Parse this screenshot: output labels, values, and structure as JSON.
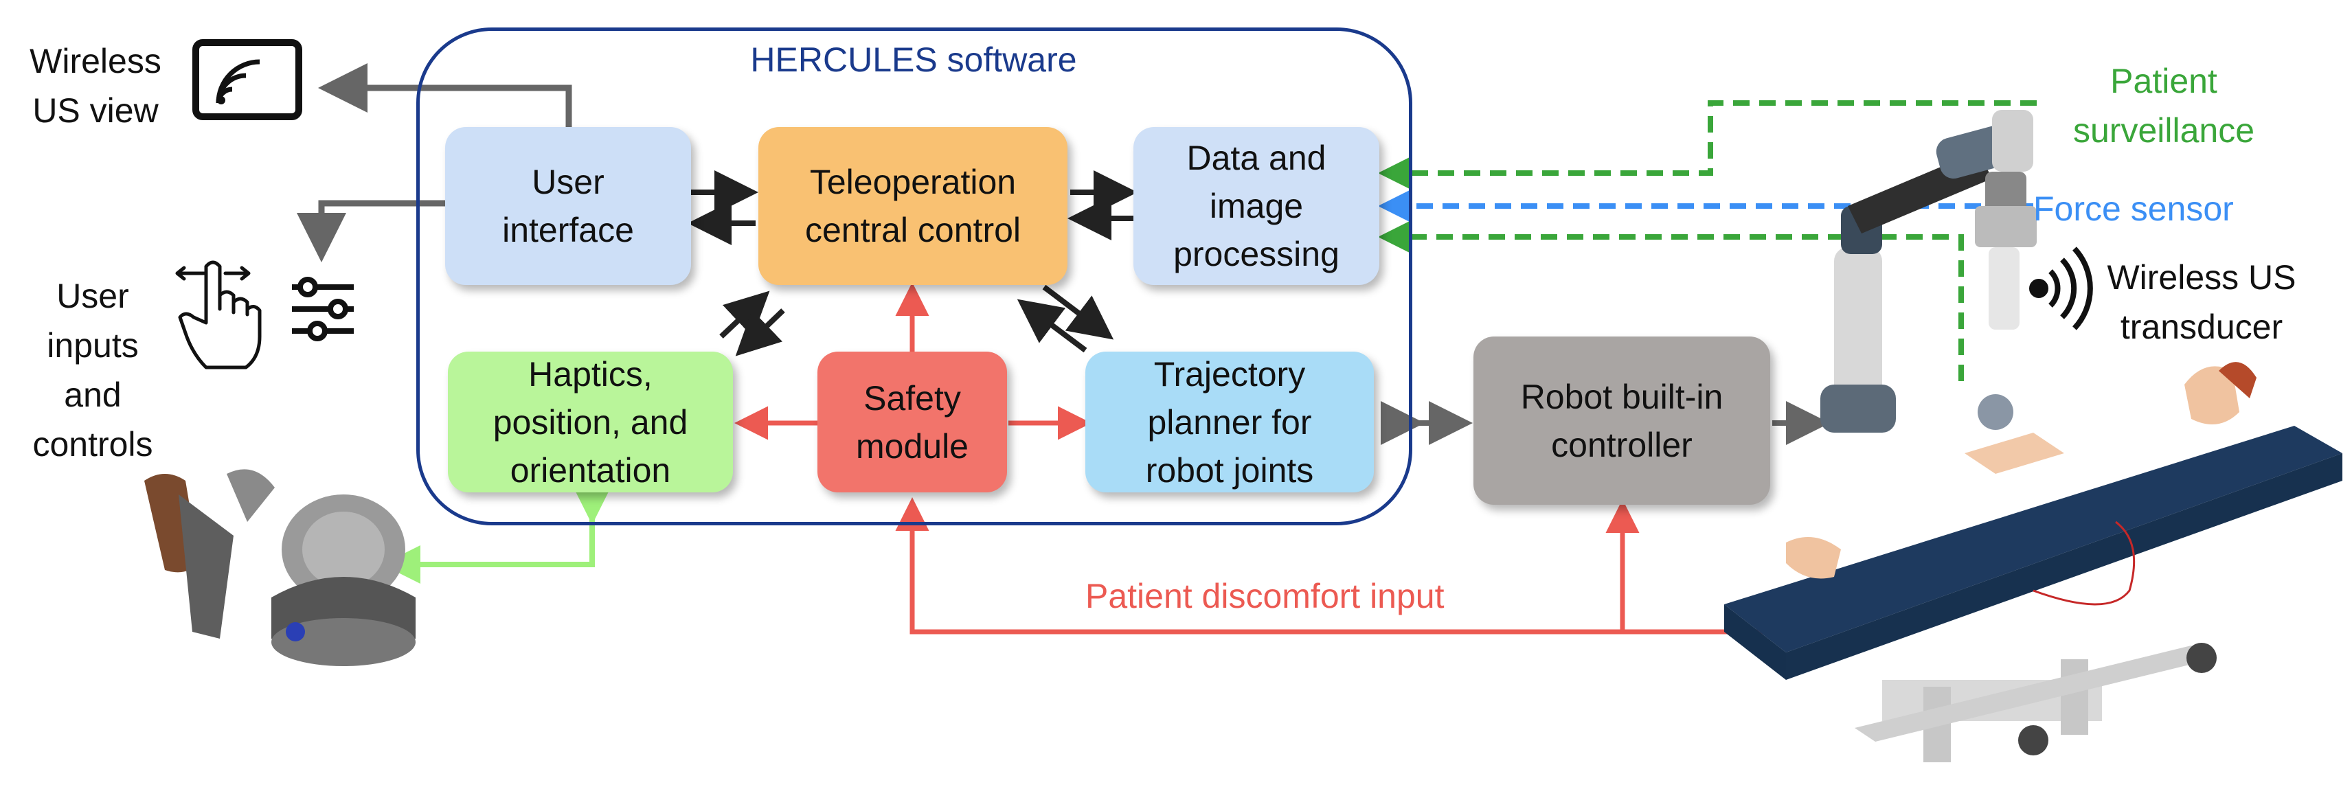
{
  "software": {
    "title": "HERCULES software"
  },
  "nodes": {
    "user_interface": "User\ninterface",
    "teleop": "Teleoperation\ncentral control",
    "data_processing": "Data and\nimage\nprocessing",
    "haptics": "Haptics,\nposition, and\norientation",
    "safety": "Safety\nmodule",
    "trajectory": "Trajectory\nplanner for\nrobot joints",
    "robot_controller": "Robot built-in\ncontroller"
  },
  "labels": {
    "wireless_view": "Wireless\nUS view",
    "user_inputs": "User\ninputs\nand\ncontrols",
    "patient_surveillance": "Patient\nsurveillance",
    "force_sensor": "Force sensor",
    "wireless_transducer": "Wireless US\ntransducer",
    "discomfort": "Patient discomfort input"
  },
  "colors": {
    "user_interface": "#cddff7",
    "teleop": "#f9c172",
    "data_processing": "#cfe0f7",
    "haptics": "#b9f59a",
    "safety": "#f2746b",
    "trajectory": "#a9dcf7",
    "robot_controller": "#a9a5a3",
    "container": "#1a3a8c",
    "red_arrow": "#ec5a52",
    "green_dash": "#3aa63a",
    "blue_dash": "#3b8ff5",
    "gray_arrow": "#666666",
    "dark_arrow": "#222222",
    "light_green": "#9ef07a"
  },
  "icons": [
    "screen-cast-icon",
    "swipe-hand-icon",
    "sliders-icon",
    "wireless-signal-icon",
    "haptic-device-image",
    "robot-arm-image",
    "patient-bed-image"
  ]
}
